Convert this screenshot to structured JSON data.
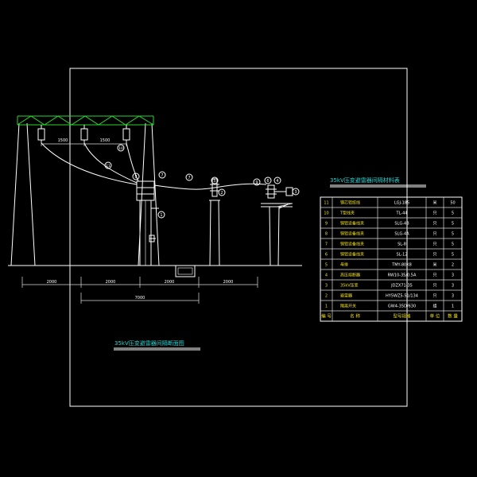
{
  "section_title": "35kV压变避雷器间隔断面图",
  "table_title": "35kV压变避雷器间隔材料表",
  "dimensions": {
    "bus_spans": [
      "1500",
      "1500"
    ],
    "bottom_segments": [
      "2000",
      "2000",
      "2000",
      "2000"
    ],
    "total": "7000"
  },
  "callouts": [
    "1",
    "2",
    "3",
    "4",
    "5",
    "6",
    "7",
    "8",
    "9",
    "10",
    "11"
  ],
  "table": {
    "header": [
      "编 号",
      "名 称",
      "型号规格",
      "单 位",
      "数 量"
    ],
    "rows": [
      [
        "11",
        "钢芯铝绞线",
        "LGJ-185",
        "米",
        "50"
      ],
      [
        "10",
        "T型线夹",
        "TL-44",
        "只",
        "5"
      ],
      [
        "9",
        "铜铝设备线夹",
        "SLG-4B",
        "只",
        "5"
      ],
      [
        "8",
        "铜铝设备线夹",
        "SLG-4A",
        "只",
        "5"
      ],
      [
        "7",
        "铜铝设备线夹",
        "SL-8",
        "只",
        "5"
      ],
      [
        "6",
        "铜铝设备线夹",
        "SL-12",
        "只",
        "5"
      ],
      [
        "5",
        "母排",
        "TMY-80X8",
        "米",
        "2"
      ],
      [
        "4",
        "高压熔断器",
        "RW10-35/0.5A",
        "只",
        "3"
      ],
      [
        "3",
        "35kV压变",
        "JDZX71-35",
        "只",
        "3"
      ],
      [
        "2",
        "避雷器",
        "HY5WZ5-51/134",
        "只",
        "3"
      ],
      [
        "1",
        "隔离开关",
        "GW4-35D/630",
        "组",
        "1"
      ]
    ]
  }
}
